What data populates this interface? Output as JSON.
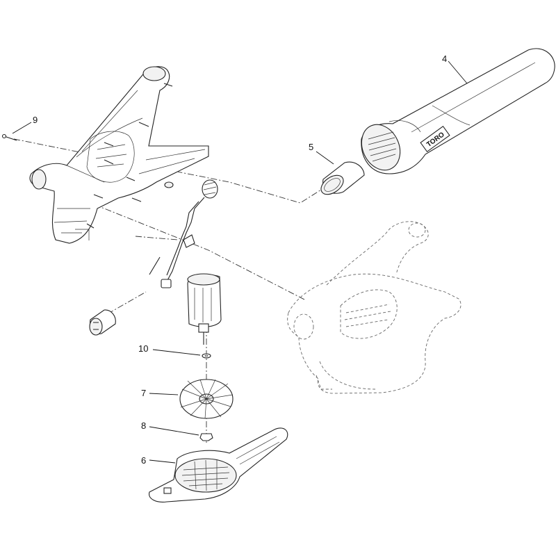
{
  "callouts": {
    "c4": "4",
    "c5": "5",
    "c6": "6",
    "c7": "7",
    "c8": "8",
    "c9": "9",
    "c10": "10"
  },
  "brand_mark": "TORO"
}
